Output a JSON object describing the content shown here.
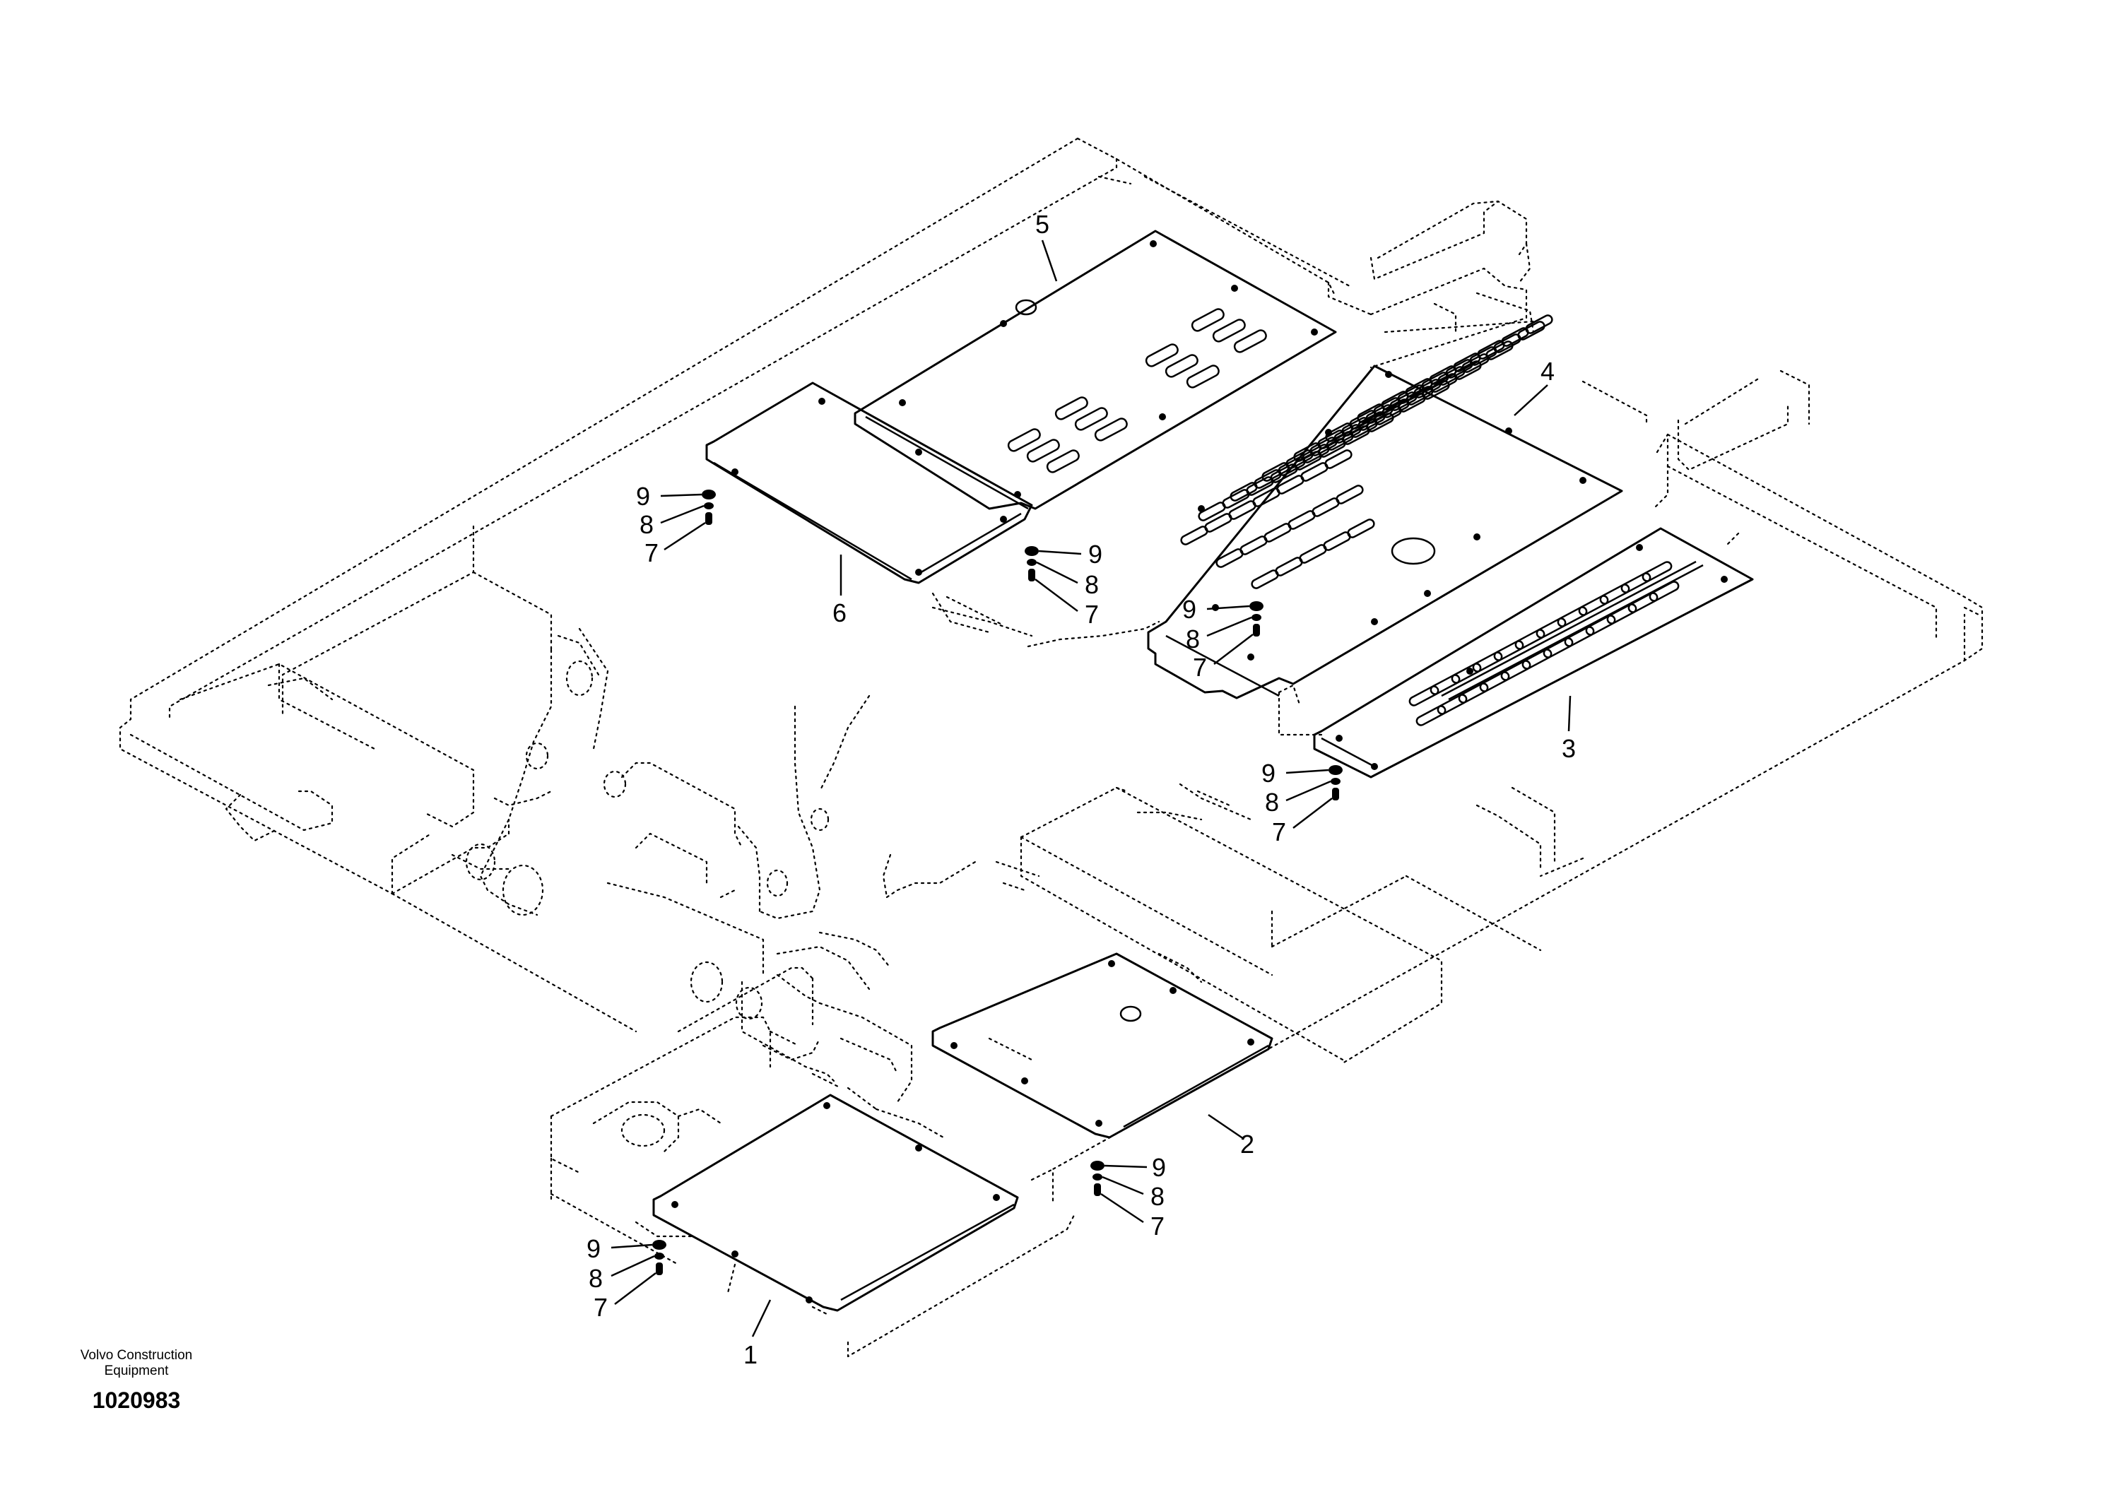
{
  "callouts": {
    "c1": "1",
    "c2": "2",
    "c3": "3",
    "c4": "4",
    "c5": "5",
    "c6": "6",
    "a9": "9",
    "a8": "8",
    "a7": "7",
    "b9": "9",
    "b8": "8",
    "b7": "7",
    "d9": "9",
    "d8": "8",
    "d7": "7",
    "e9": "9",
    "e8": "8",
    "e7": "7",
    "f9": "9",
    "f8": "8",
    "f7": "7",
    "g9": "9",
    "g8": "8",
    "g7": "7"
  },
  "caption": {
    "line1": "Volvo Construction",
    "line2": "Equipment",
    "drawing_number": "1020983"
  },
  "colors": {
    "ink": "#000000",
    "paper": "#ffffff"
  }
}
